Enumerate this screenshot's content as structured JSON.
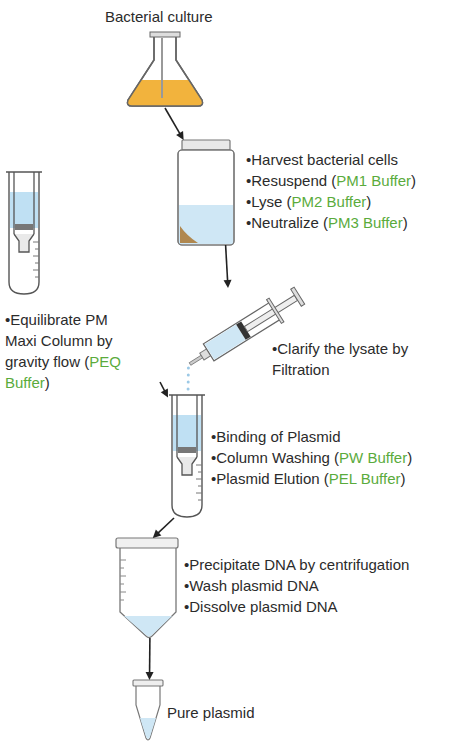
{
  "diagram": {
    "nodes": [
      {
        "text": [
          "Bacterial culture"
        ]
      },
      {
        "text": [
          "•Harvest bacterial cells",
          "•Resuspend (",
          "PM1 Buffer",
          ")",
          "•Lyse (",
          "PM2 Buffer",
          ")",
          "•Neutralize (",
          "PM3 Buffer",
          ")"
        ]
      },
      {
        "text": [
          "•Equilibrate PM Maxi Column by gravity flow (",
          "PEQ Buffer",
          ")"
        ]
      },
      {
        "text": [
          "•Clarify the lysate by Filtration"
        ]
      },
      {
        "text": [
          "•Binding of Plasmid",
          "•Column Washing (",
          "PW Buffer",
          ")",
          "•Plasmid Elution (",
          "PEL Buffer",
          ")"
        ]
      },
      {
        "text": [
          "•Precipitate DNA by centrifugation",
          "•Wash plasmid DNA",
          "•Dissolve plasmid DNA"
        ]
      },
      {
        "text": [
          "Pure plasmid"
        ]
      }
    ],
    "edges": [
      {
        "from": 0,
        "to": 1,
        "arrow": "to"
      },
      {
        "from": 1,
        "to": 3,
        "arrow": "to"
      },
      {
        "from": 2,
        "to": 4,
        "arrow": "to"
      },
      {
        "from": 3,
        "to": 4,
        "arrow": "none"
      },
      {
        "from": 4,
        "to": 5,
        "arrow": "to"
      },
      {
        "from": 5,
        "to": 6,
        "arrow": "to"
      }
    ]
  }
}
